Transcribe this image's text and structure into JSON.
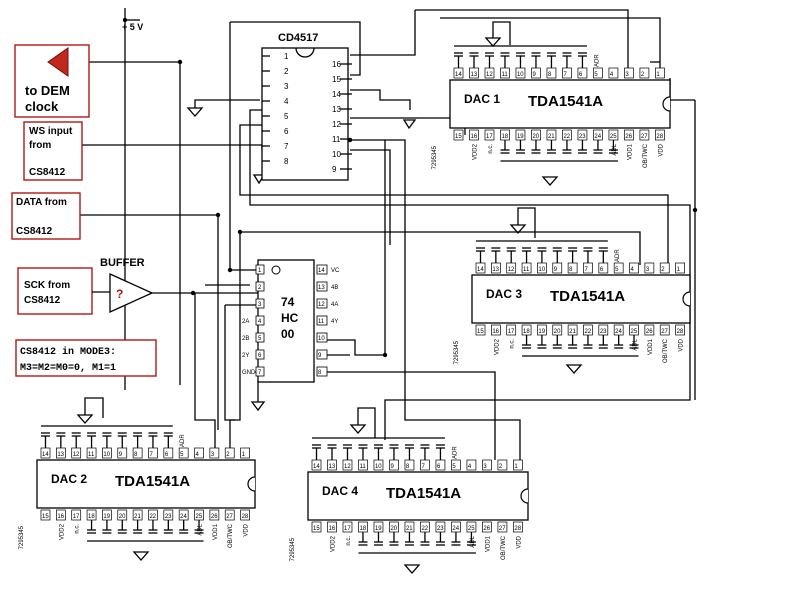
{
  "power_label": "+ 5 V",
  "ic1": {
    "name": "CD4517",
    "left_pins": [
      "1",
      "2",
      "3",
      "4",
      "5",
      "6",
      "7",
      "8"
    ],
    "right_pins": [
      "16",
      "15",
      "14",
      "13",
      "12",
      "11",
      "10",
      "9"
    ]
  },
  "ic2": {
    "line1": "74",
    "line2": "HC",
    "line3": "00",
    "left_pins": [
      "1",
      "2",
      "3",
      "2A",
      "2B",
      "2Y",
      "GND"
    ],
    "left_nums": [
      "1",
      "2",
      "3",
      "4",
      "5",
      "6",
      "7"
    ],
    "right_pins": [
      "VC",
      "4B",
      "4A",
      "4Y",
      "",
      "",
      ""
    ],
    "right_nums": [
      "14",
      "13",
      "12",
      "11",
      "10",
      "9",
      "8"
    ]
  },
  "boxes": {
    "dem_line1": "to DEM",
    "dem_line2": "clock",
    "ws_line1": "WS input",
    "ws_line2": "from",
    "ws_line3": "CS8412",
    "data_line1": "DATA from",
    "data_line2": "CS8412",
    "sck_line1": "SCK from",
    "sck_line2": "CS8412"
  },
  "buffer": {
    "label": "BUFFER",
    "symbol": "?"
  },
  "mode_note": {
    "line1": "CS8412 in MODE3:",
    "line2": "M3=M2=M0=0, M1=1"
  },
  "dac_part": "TDA1541A",
  "dacs": [
    {
      "id": "DAC 1"
    },
    {
      "id": "DAC 2"
    },
    {
      "id": "DAC 3"
    },
    {
      "id": "DAC 4"
    }
  ],
  "dac_pins": {
    "top": [
      "14",
      "13",
      "12",
      "11",
      "10",
      "9",
      "8",
      "7",
      "6",
      "5",
      "4",
      "3",
      "2",
      "1"
    ],
    "bottom": [
      "15",
      "16",
      "17",
      "18",
      "19",
      "20",
      "21",
      "22",
      "23",
      "24",
      "25",
      "26",
      "27",
      "28"
    ],
    "adr": "ADR",
    "bottom_labels": [
      "VDD2",
      "n.c.",
      "ADL",
      "VDD1",
      "OB/TWC",
      "VDD"
    ],
    "side_code": "7295345"
  }
}
